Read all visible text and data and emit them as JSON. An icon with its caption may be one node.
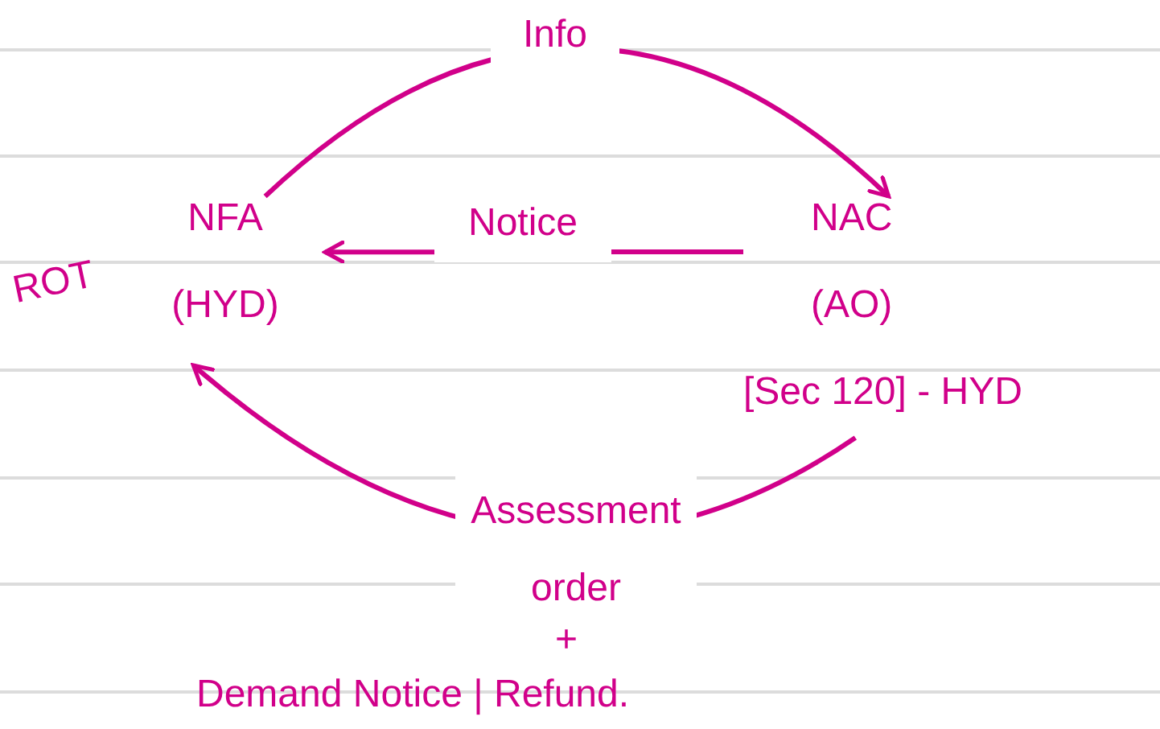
{
  "diagram": {
    "nodes": [
      {
        "text": [
          "NFA",
          "(HYD)"
        ]
      },
      {
        "text": [
          "NAC",
          "(AO)",
          "[Sec 120] - HYD"
        ]
      }
    ],
    "edges": [
      {
        "from": 0,
        "to": 1,
        "arrow": "to",
        "label": "Info"
      },
      {
        "from": 1,
        "to": 0,
        "arrow": "to",
        "label": "Notice"
      },
      {
        "from": 1,
        "to": 0,
        "arrow": "to",
        "label": "Assessment order"
      }
    ],
    "labels": [
      "ROT",
      "+",
      "Demand Notice | Refund."
    ]
  }
}
